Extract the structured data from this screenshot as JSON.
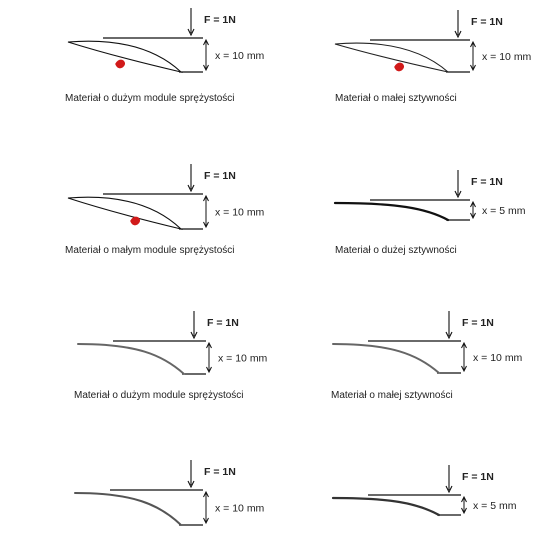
{
  "panels": [
    {
      "force_label": "F = 1N",
      "deflection_label": "x = 10 mm",
      "caption": "Materiał o dużym module sprężystości",
      "style": "outline",
      "beam_color": "#111111",
      "mark": true
    },
    {
      "force_label": "F = 1N",
      "deflection_label": "x = 10 mm",
      "caption": "Materiał o małej sztywności",
      "style": "outline",
      "beam_color": "#222222",
      "mark": true
    },
    {
      "force_label": "F = 1N",
      "deflection_label": "x = 10 mm",
      "caption": "Materiał o małym module sprężystości",
      "style": "outline",
      "beam_color": "#111111",
      "mark": true
    },
    {
      "force_label": "F = 1N",
      "deflection_label": "x = 5 mm",
      "caption": "Materiał o dużej sztywności",
      "style": "curve-small",
      "beam_color": "#111111",
      "mark": false
    },
    {
      "force_label": "F = 1N",
      "deflection_label": "x = 10 mm",
      "caption": "Materiał o dużym module sprężystości",
      "style": "curve-large",
      "beam_color": "#666666",
      "mark": false
    },
    {
      "force_label": "F = 1N",
      "deflection_label": "x = 10 mm",
      "caption": "Materiał o małej sztywności",
      "style": "curve-large",
      "beam_color": "#666666",
      "mark": false
    },
    {
      "force_label": "F = 1N",
      "deflection_label": "x = 10 mm",
      "caption": "",
      "style": "curve-large",
      "beam_color": "#555555",
      "mark": false
    },
    {
      "force_label": "F = 1N",
      "deflection_label": "x = 5 mm",
      "caption": "",
      "style": "curve-small",
      "beam_color": "#333333",
      "mark": false
    }
  ],
  "colors": {
    "mark": "#d11a1a",
    "line": "#111111",
    "text": "#222222"
  }
}
